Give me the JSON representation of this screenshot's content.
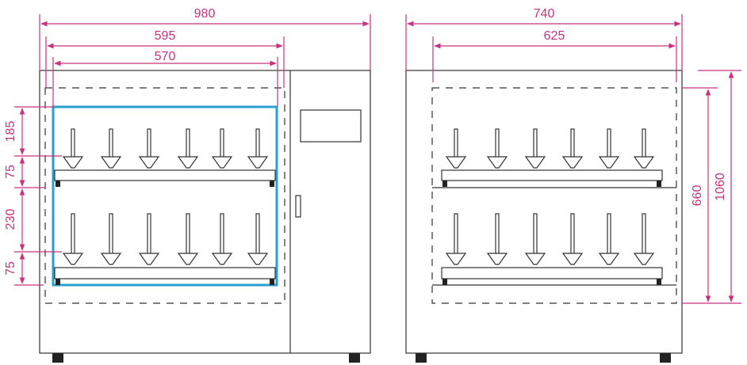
{
  "colors": {
    "dimension": "#c8327e",
    "chamber": "#2a9fd0",
    "outline": "#333333"
  },
  "front_view": {
    "width_overall": "980",
    "width_inner": "595",
    "width_chamber": "570",
    "height_top_gap": "185",
    "height_shelf_1": "75",
    "height_mid_gap": "230",
    "height_shelf_2": "75"
  },
  "side_view": {
    "depth_overall": "740",
    "depth_inner": "625",
    "height_inner": "660",
    "height_overall": "1060"
  }
}
